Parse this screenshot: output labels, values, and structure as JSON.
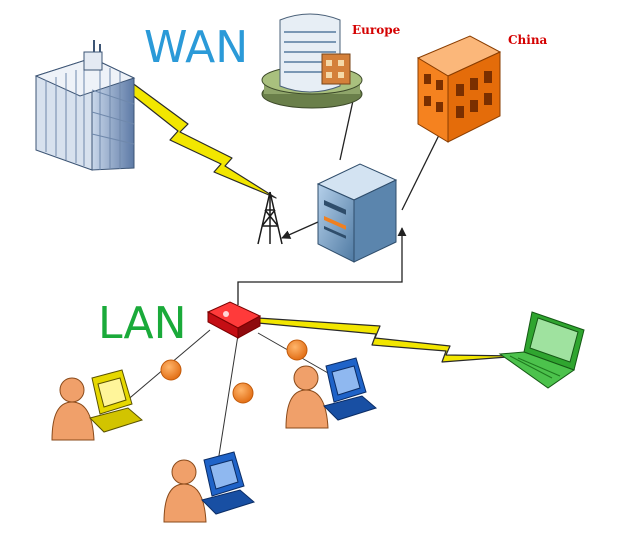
{
  "labels": {
    "wan": "WAN",
    "lan": "LAN",
    "europe": "Europe",
    "china": "China"
  },
  "colors": {
    "wan_text": "#2b9ad8",
    "lan_text": "#1aaa3a",
    "site_label": "#d40000",
    "lightning": "#f2e600",
    "router": "#e0141b",
    "connector": "#f08020",
    "server": "#7fa8c8",
    "china_building": "#f5821f",
    "laptop": "#2fa52f",
    "pc_yellow": "#e6d800",
    "pc_blue": "#1f63c8",
    "person": "#f0a06a"
  },
  "icons": [
    "office-tower-icon",
    "europe-office-icon",
    "china-building-icon",
    "radio-tower-icon",
    "server-icon",
    "router-icon",
    "laptop-icon",
    "user-workstation-icon"
  ]
}
